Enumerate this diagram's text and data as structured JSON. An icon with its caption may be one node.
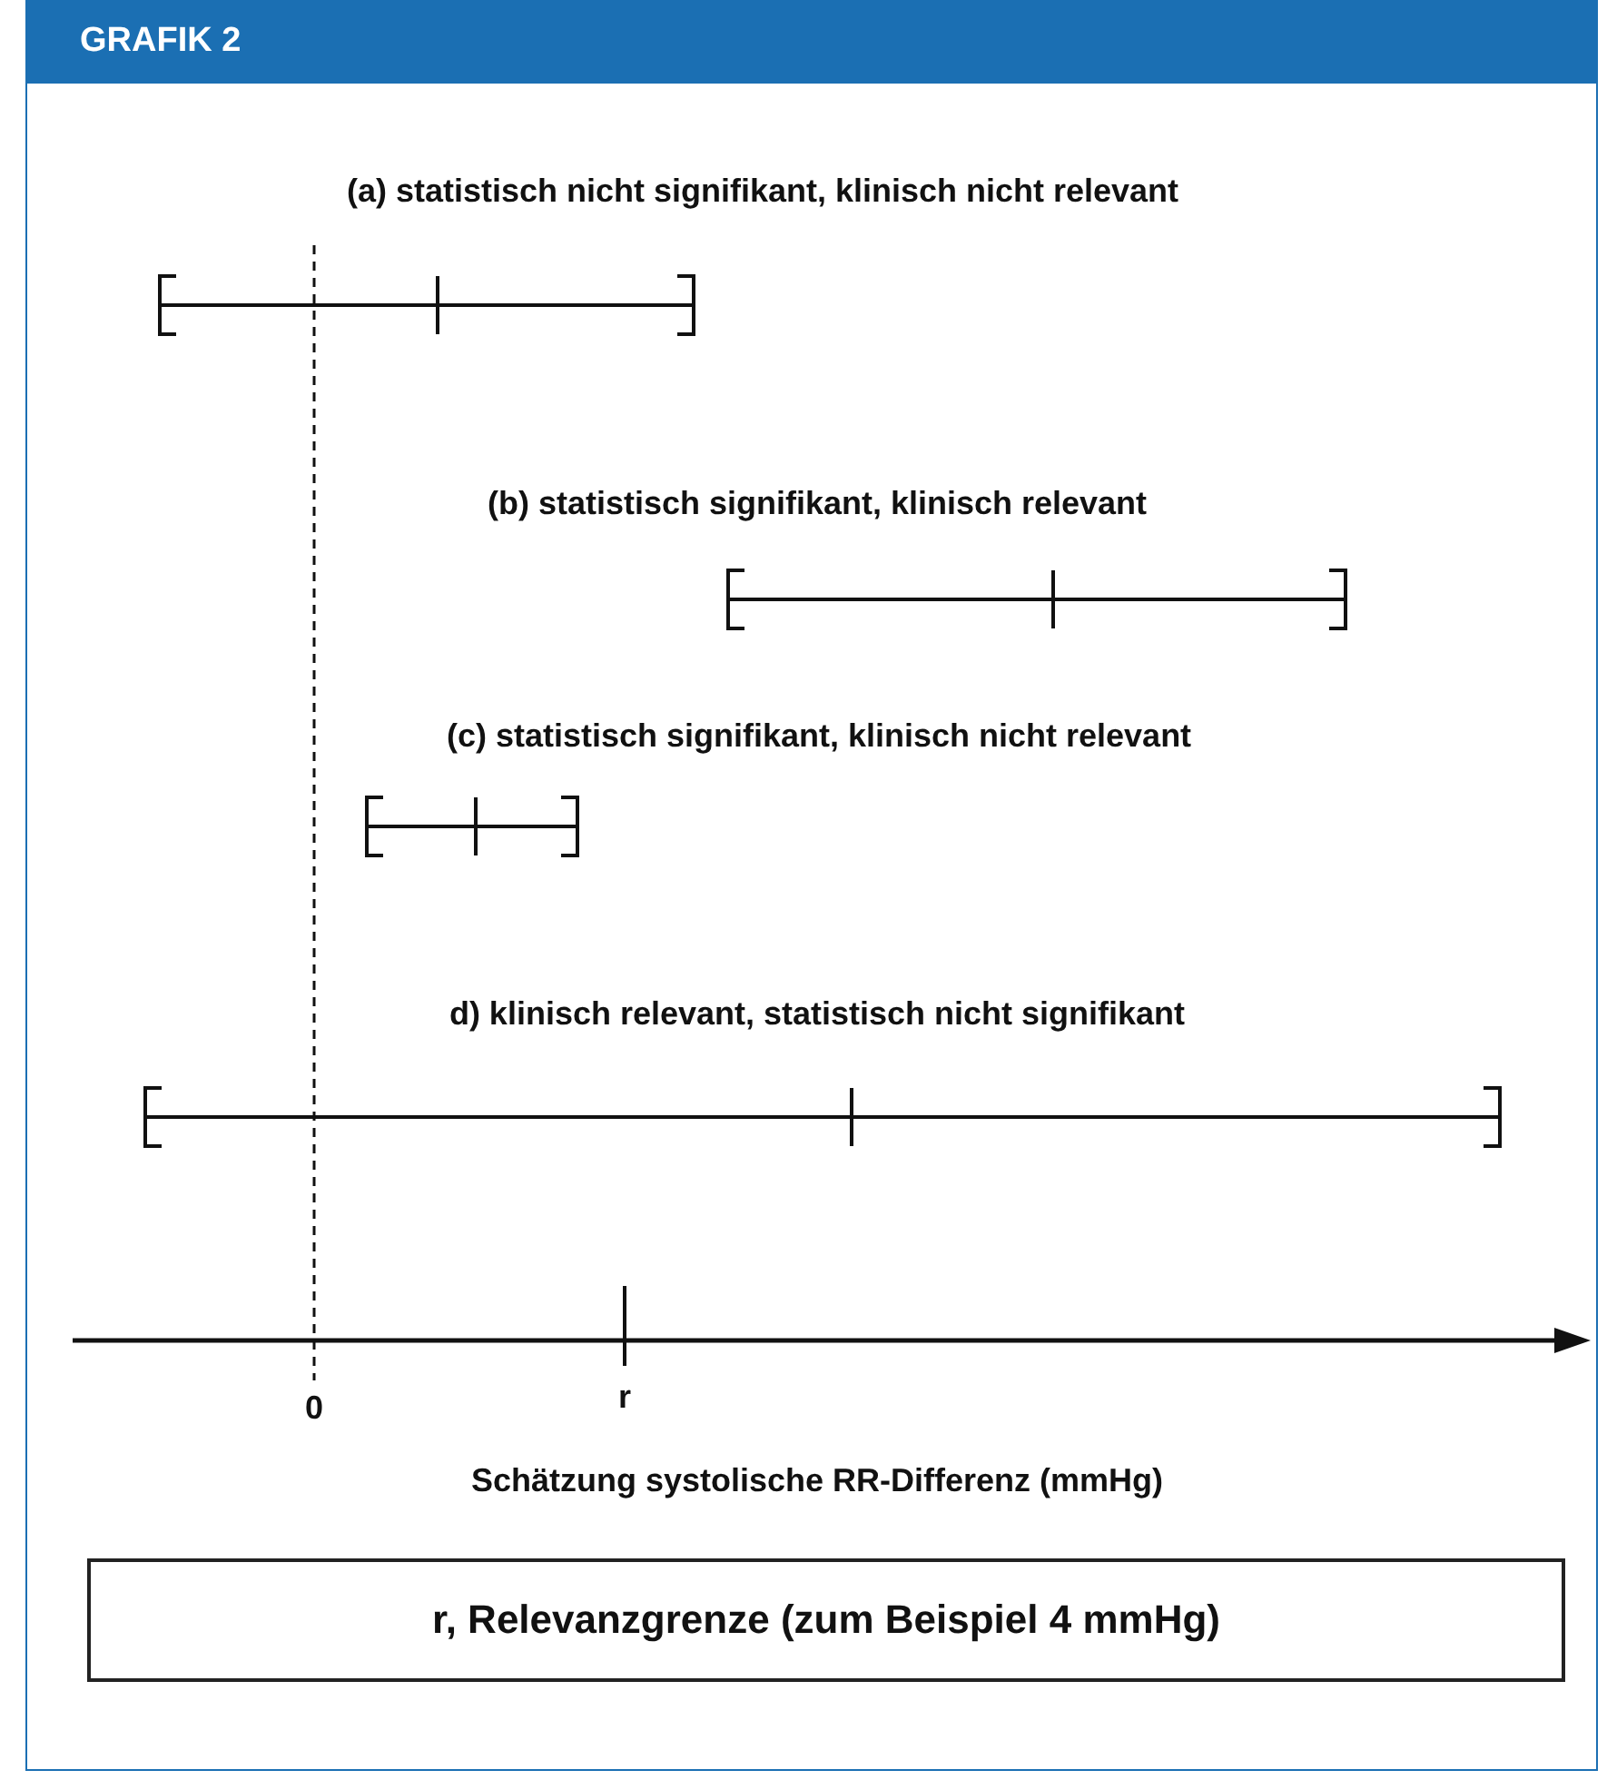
{
  "diagram": {
    "title": "GRAFIK 2",
    "nodes": [
      {
        "text": [
          "r, Relevanzgrenze (zum Beispiel 4 mmHg)"
        ]
      }
    ],
    "edges": [],
    "labels": [
      "(a) statistisch nicht signifikant, klinisch nicht relevant",
      "(b) statistisch signifikant, klinisch relevant",
      "(c) statistisch signifikant, klinisch nicht relevant",
      "d) klinisch relevant, statistisch nicht signifikant",
      "0",
      "r",
      "Schätzung systolische RR-Differenz (mmHg)"
    ]
  }
}
